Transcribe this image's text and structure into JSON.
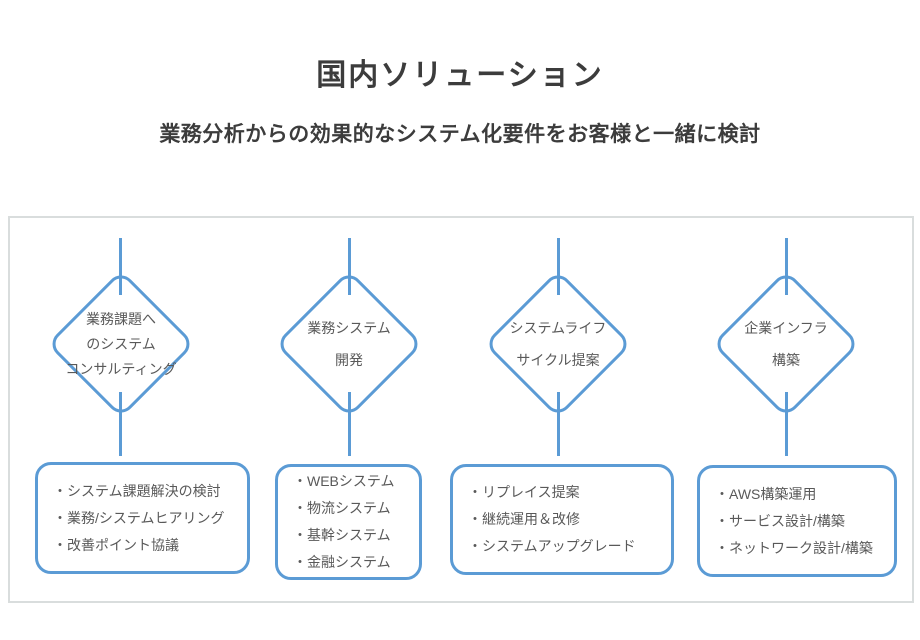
{
  "header": {
    "title": "国内ソリューション",
    "subtitle": "業務分析からの効果的なシステム化要件をお客様と一緒に検討"
  },
  "colors": {
    "accent_blue": "#5B9BD5",
    "panel_border": "#D9DDDD",
    "text_gray": "#595959",
    "heading": "#3C3C3C"
  },
  "columns": [
    {
      "diamond_lines": [
        "業務課題へ",
        "のシステム",
        "コンサルティング"
      ],
      "items": [
        "・システム課題解決の検討",
        "・業務/システムヒアリング",
        "・改善ポイント協議"
      ]
    },
    {
      "diamond_lines": [
        "業務システム",
        "開発"
      ],
      "items": [
        "・WEBシステム",
        "・物流システム",
        "・基幹システム",
        "・金融システム"
      ]
    },
    {
      "diamond_lines": [
        "システムライフ",
        "サイクル提案"
      ],
      "items": [
        "・リプレイス提案",
        "・継続運用＆改修",
        "・システムアップグレード"
      ]
    },
    {
      "diamond_lines": [
        "企業インフラ",
        "構築"
      ],
      "items": [
        "・AWS構築運用",
        "・サービス設計/構築",
        "・ネットワーク設計/構築"
      ]
    }
  ]
}
